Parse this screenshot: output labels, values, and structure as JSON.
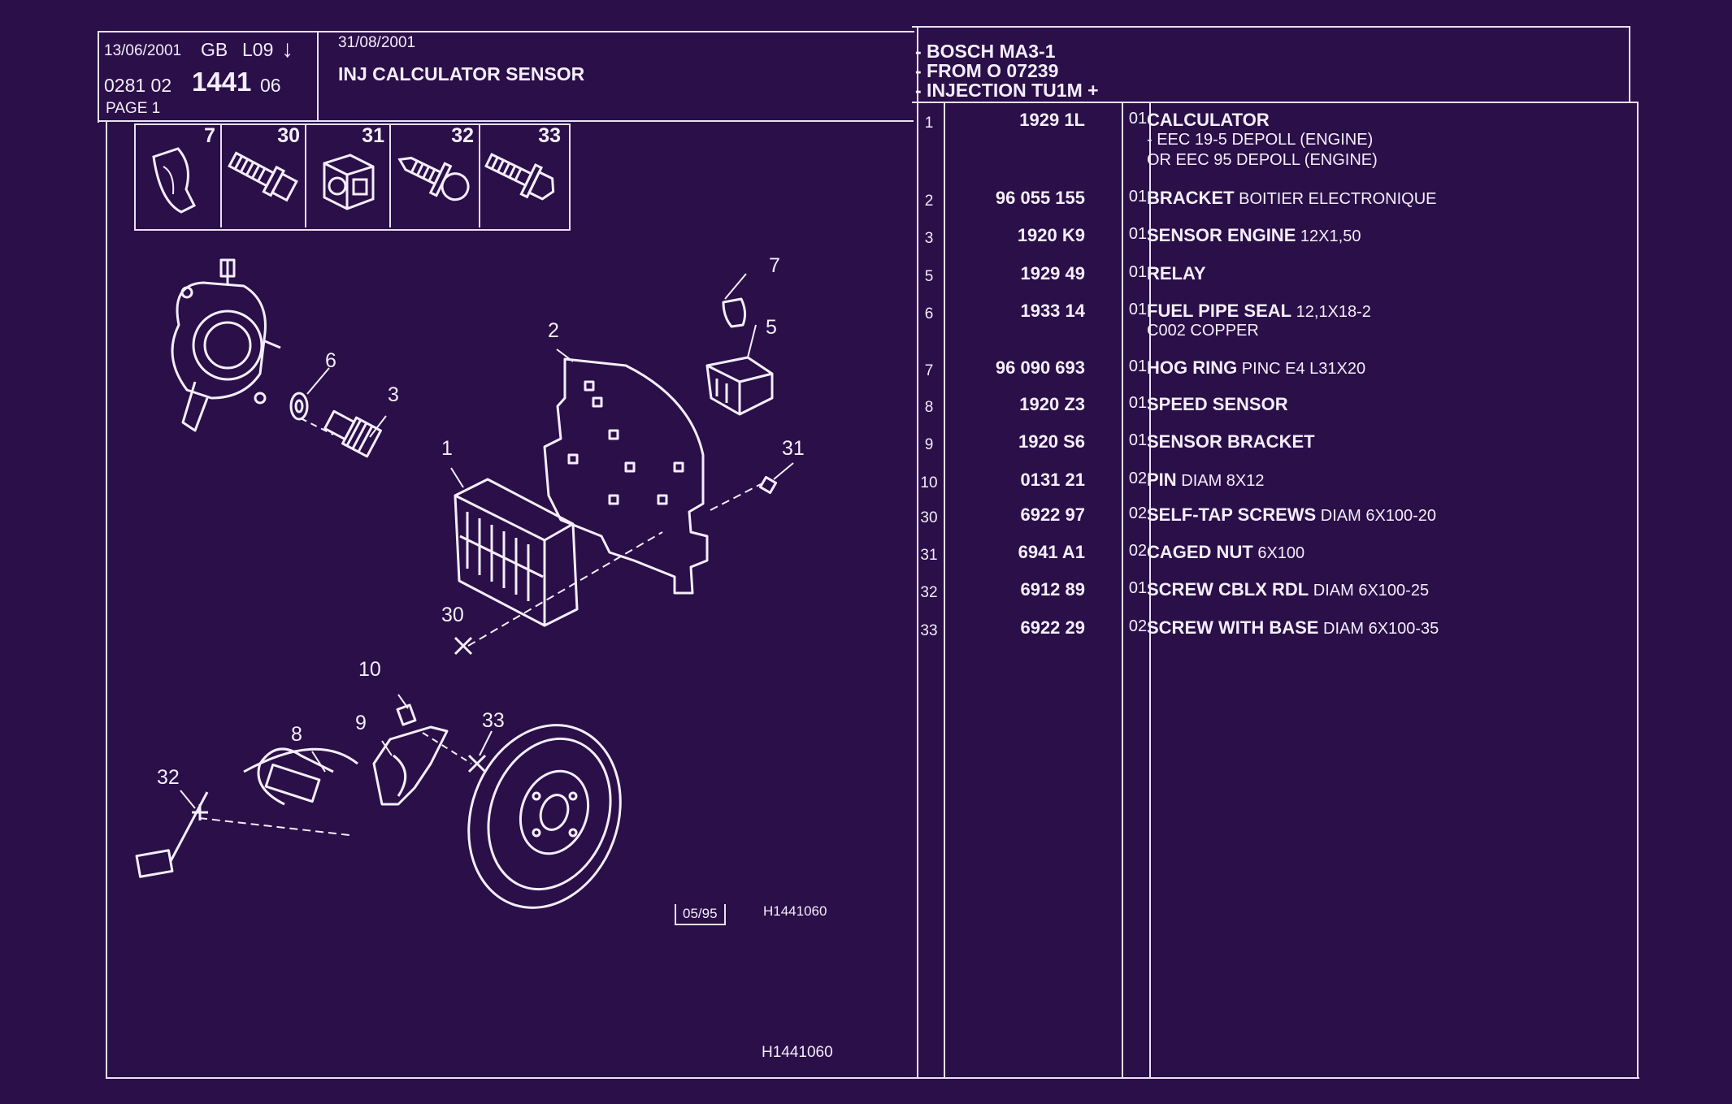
{
  "header": {
    "date": "13/06/2001",
    "lang": "GB",
    "code": "L09",
    "arrow": "↓",
    "ref_prefix": "0281 02",
    "ref_main": "1441",
    "ref_suffix": "06",
    "page": "PAGE 1",
    "date2": "31/08/2001",
    "title": "INJ CALCULATOR SENSOR",
    "notes": [
      "- BOSCH MA3-1",
      "- FROM  O   07239",
      "- INJECTION TU1M +"
    ]
  },
  "thumbnails": [
    "7",
    "30",
    "31",
    "32",
    "33"
  ],
  "callouts": [
    "7",
    "2",
    "5",
    "6",
    "3",
    "1",
    "31",
    "30",
    "10",
    "33",
    "9",
    "8",
    "32"
  ],
  "figure_box": "05/95",
  "figure_ref": "H1441060",
  "footer_ref": "H1441060",
  "parts": [
    {
      "num": "1",
      "ref": "1929 1L",
      "qty": "01",
      "name": "CALCULATOR",
      "desc": "",
      "sub": [
        "-      EEC 19-5 DEPOLL (ENGINE)",
        "OR EEC 95 DEPOLL (ENGINE)"
      ]
    },
    {
      "num": "2",
      "ref": "96 055 155",
      "qty": "01",
      "name": "BRACKET",
      "desc": "BOITIER ELECTRONIQUE",
      "sub": []
    },
    {
      "num": "3",
      "ref": "1920 K9",
      "qty": "01",
      "name": "SENSOR ENGINE",
      "desc": "12X1,50",
      "sub": []
    },
    {
      "num": "5",
      "ref": "1929 49",
      "qty": "01",
      "name": "RELAY",
      "desc": "",
      "sub": []
    },
    {
      "num": "6",
      "ref": "1933 14",
      "qty": "01",
      "name": "FUEL PIPE SEAL",
      "desc": "12,1X18-2",
      "sub": [
        "C002 COPPER"
      ]
    },
    {
      "num": "7",
      "ref": "96 090 693",
      "qty": "01",
      "name": "HOG RING",
      "desc": "PINC E4 L31X20",
      "sub": []
    },
    {
      "num": "8",
      "ref": "1920 Z3",
      "qty": "01",
      "name": "SPEED SENSOR",
      "desc": "",
      "sub": []
    },
    {
      "num": "9",
      "ref": "1920 S6",
      "qty": "01",
      "name": "SENSOR BRACKET",
      "desc": "",
      "sub": []
    },
    {
      "num": "10",
      "ref": "0131 21",
      "qty": "02",
      "name": "PIN",
      "desc": "DIAM 8X12",
      "sub": []
    },
    {
      "num": "30",
      "ref": "6922 97",
      "qty": "02",
      "name": "SELF-TAP SCREWS",
      "desc": "DIAM 6X100-20",
      "sub": []
    },
    {
      "num": "31",
      "ref": "6941 A1",
      "qty": "02",
      "name": "CAGED NUT",
      "desc": "6X100",
      "sub": []
    },
    {
      "num": "32",
      "ref": "6912 89",
      "qty": "01",
      "name": "SCREW CBLX RDL",
      "desc": "DIAM 6X100-25",
      "sub": []
    },
    {
      "num": "33",
      "ref": "6922 29",
      "qty": "02",
      "name": "SCREW WITH BASE",
      "desc": "DIAM 6X100-35",
      "sub": []
    }
  ]
}
